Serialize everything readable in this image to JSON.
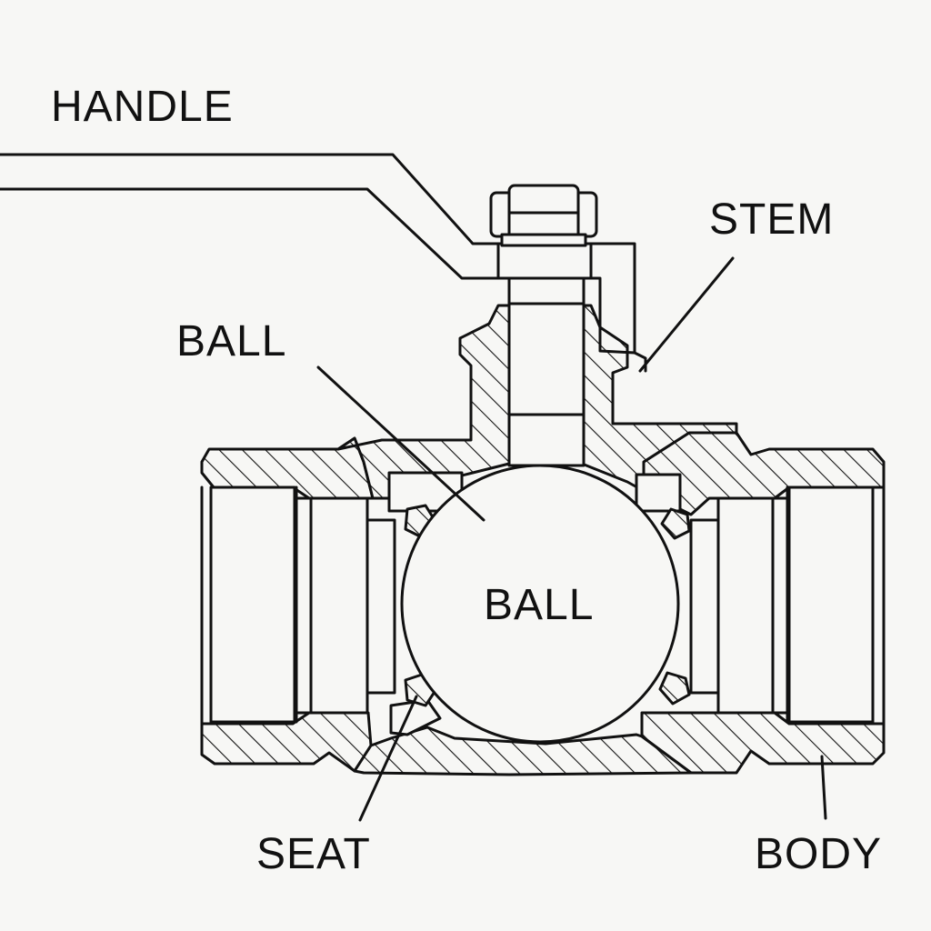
{
  "labels": {
    "handle": "HANDLE",
    "stem": "STEM",
    "ball_callout": "BALL",
    "ball_center": "BALL",
    "seat": "SEAT",
    "body": "BODY"
  },
  "colors": {
    "ink": "#111111",
    "paper": "#f7f7f5"
  }
}
